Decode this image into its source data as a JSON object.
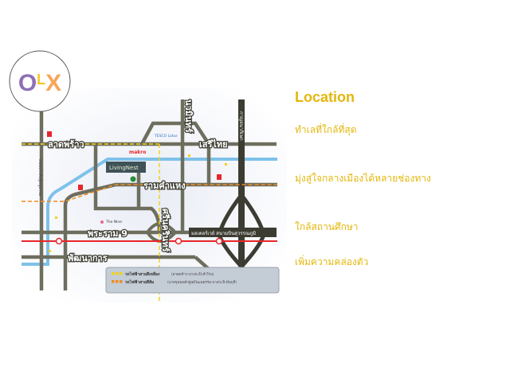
{
  "logo": {
    "text": "OLX"
  },
  "map": {
    "roads": {
      "lat_phrao": "ลาดพร้าว",
      "seri_thai": "เสรีไทย",
      "nawamin": "นวมินทร์",
      "ramkhamhaeng": "รามคำแหง",
      "srinakarin": "ศรีนครินทร์",
      "rama9": "พระราม 9",
      "phatthanakan": "พัฒนาการ",
      "motorway": "มอเตอร์เวย์ สนามบินสุวรรณภูมิ",
      "kanchanaphisek": "กาญจนาภิเษก",
      "left_road": "ถนนประดิษฐ์มนูธรรม"
    },
    "places": {
      "makro": "makro",
      "tesco": "TESCO Lotus",
      "living_nest": "LivingNest",
      "the_nine": "The Nine"
    },
    "legend": {
      "yellow_line": "รถไฟฟ้าสายสีเหลือง",
      "yellow_route": "(ลาดพร้าว-บางกะปิ-สำโรง)",
      "orange_line": "รถไฟฟ้าสายสีส้ม",
      "orange_route": "(บางขุนนนท์-ศูนย์วัฒนธรรม-บางกะปิ-มีนบุรี)"
    },
    "colors": {
      "road": "#6e6e5e",
      "yellow": "#f2d21a",
      "orange": "#f08c1e",
      "red": "#e8262a",
      "canal": "#7ec1ea"
    }
  },
  "info": {
    "title": "Location",
    "features": [
      "ทำเลที่ใกล้ที่สุด",
      "มุ่งสู่ใจกลางเมืองได้หลายช่องทาง",
      "ใกล้สถานศึกษา",
      "เพิ่มความคล่องตัว"
    ]
  }
}
